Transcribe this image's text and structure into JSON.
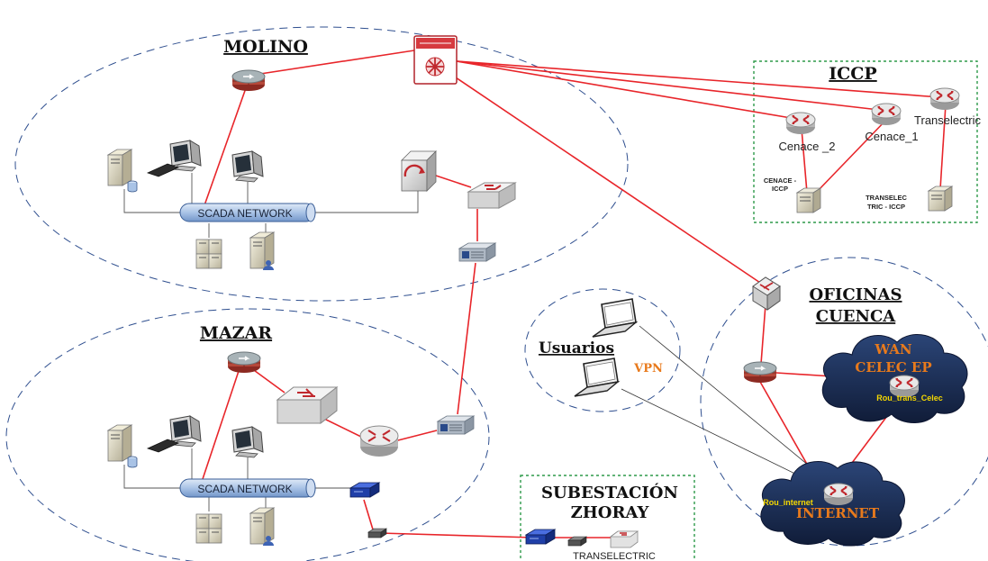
{
  "zones": {
    "molino": "MOLINO",
    "mazar": "MAZAR",
    "iccp": "ICCP",
    "usuarios": "Usuarios",
    "oficinas_line1": "OFICINAS",
    "oficinas_line2": "CUENCA",
    "subestacion_line1": "SUBESTACIÓN",
    "subestacion_line2": "ZHORAY"
  },
  "networks": {
    "scada_molino": "SCADA NETWORK",
    "scada_mazar": "SCADA NETWORK"
  },
  "iccp": {
    "cenace2": "Cenace _2",
    "cenace1": "Cenace_1",
    "transelectric": "Transelectric",
    "cenace_iccp_line1": "CENACE -",
    "cenace_iccp_line2": "ICCP",
    "transelec_iccp_line1": "TRANSELEC",
    "transelec_iccp_line2": "TRIC - ICCP"
  },
  "labels": {
    "vpn": "VPN",
    "wan_line1": "WAN",
    "wan_line2": "CELEC EP",
    "rou_trans_celec": "Rou_trans_Celec",
    "rou_internet": "Rou_internet",
    "internet": "INTERNET",
    "transelectric_sub": "TRANSELECTRIC"
  },
  "colors": {
    "link": "#e8252a",
    "zone_border": "#2f4f8f",
    "iccp_border": "#2e9a4a",
    "cloud": "#1b2f5c",
    "orange": "#e87a1c"
  }
}
